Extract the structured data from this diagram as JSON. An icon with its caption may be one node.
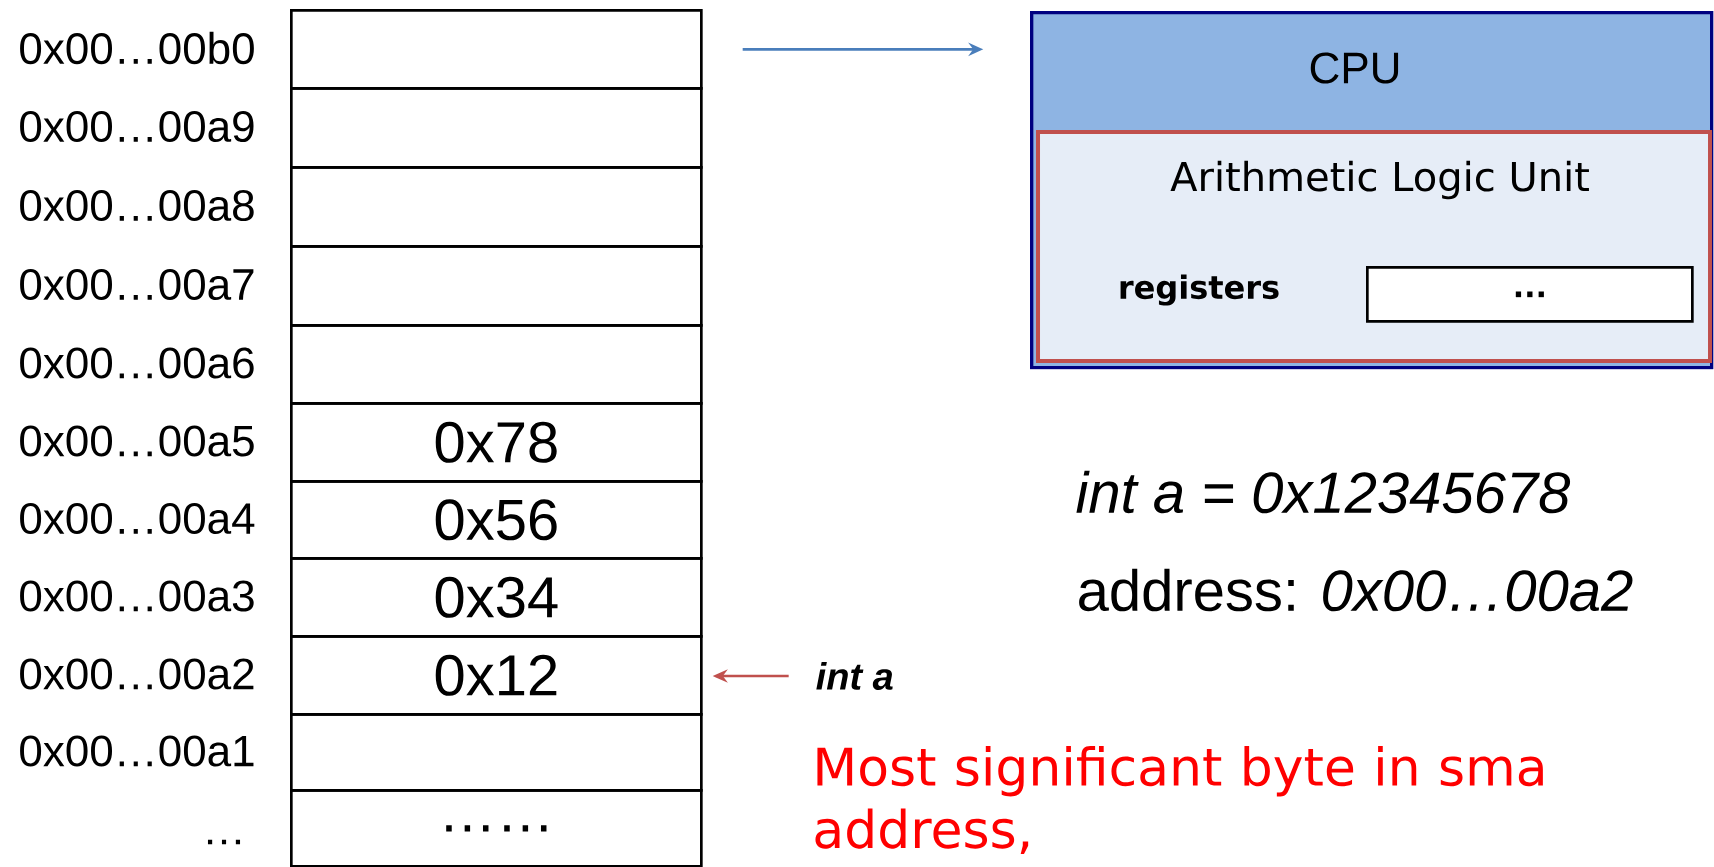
{
  "diagram": {
    "nodes": [
      {
        "text": [],
        "shape": "box",
        "beside": [
          "0x00…00b0"
        ]
      },
      {
        "text": [],
        "shape": "box",
        "beside": [
          "0x00…00a9"
        ]
      },
      {
        "text": [],
        "shape": "box",
        "beside": [
          "0x00…00a8"
        ]
      },
      {
        "text": [],
        "shape": "box",
        "beside": [
          "0x00…00a7"
        ]
      },
      {
        "text": [],
        "shape": "box",
        "beside": [
          "0x00…00a6"
        ]
      },
      {
        "text": [
          "0x78"
        ],
        "beside": [
          "0x00…00a5"
        ]
      },
      {
        "text": [
          "0x56"
        ],
        "beside": [
          "0x00…00a4"
        ]
      },
      {
        "text": [
          "0x34"
        ],
        "beside": [
          "0x00…00a3"
        ]
      },
      {
        "text": [
          "0x12"
        ],
        "beside": [
          "0x00…00a2"
        ]
      },
      {
        "text": [],
        "shape": "box",
        "beside": [
          "0x00…00a1"
        ]
      },
      {
        "text": [
          "……"
        ],
        "beside": [
          "…"
        ]
      },
      {
        "text": [
          "CPU"
        ]
      },
      {
        "text": [
          "Arithmetic Logic Unit"
        ],
        "in": 11
      },
      {
        "text": [
          "..."
        ],
        "in": 12,
        "beside": [
          "registers"
        ]
      },
      {
        "text": [
          "int a"
        ]
      }
    ],
    "edges": [
      {
        "from": 0,
        "to": 11,
        "arrow": "to",
        "color": "#4a7ebb"
      },
      {
        "from": 14,
        "to": 8,
        "arrow": "to",
        "color": "#c0504d"
      }
    ],
    "labels": [
      "int a = 0x12345678",
      "address: *0x00…00a2*",
      "Most significant byte in sma address,"
    ]
  }
}
